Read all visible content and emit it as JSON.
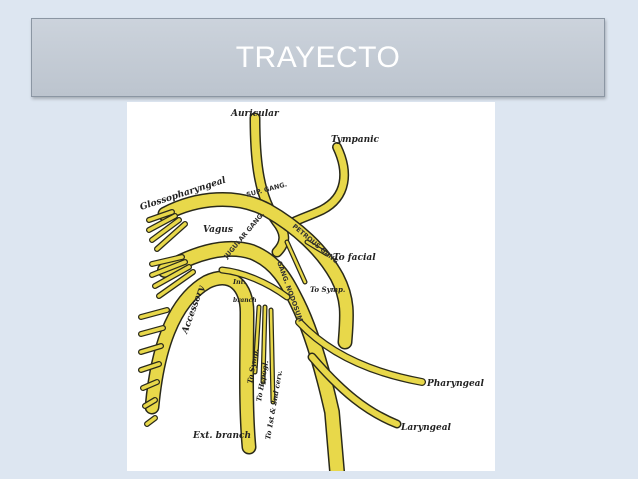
{
  "slide": {
    "title": "TRAYECTO"
  },
  "diagram": {
    "labels": {
      "auricular": "Auricular",
      "tympanic": "Tympanic",
      "glossopharyngeal": "Glossopharyngeal",
      "sup_gang": "SUP. GANG.",
      "petrous_gang": "PETROUS GANG.",
      "vagus": "Vagus",
      "jugular_gang": "JUGULAR GANG.",
      "to_facial": "To facial",
      "int": "Int.",
      "gang_nodosum": "GANG. NODOSUM",
      "to_symp_right": "To Symp.",
      "accessory": "Accessory",
      "branch": "branch",
      "to_symp_left": "To Symp.",
      "to_hypogl": "To Hypogl.",
      "to_1st_2nd_cerv": "To 1st & 2nd cerv.",
      "pharyngeal": "Pharyngeal",
      "ext_branch": "Ext. branch",
      "laryngeal": "Laryngeal"
    },
    "colors": {
      "nerve_fill": "#e8d84a",
      "nerve_outline": "#2a2a1a"
    }
  }
}
